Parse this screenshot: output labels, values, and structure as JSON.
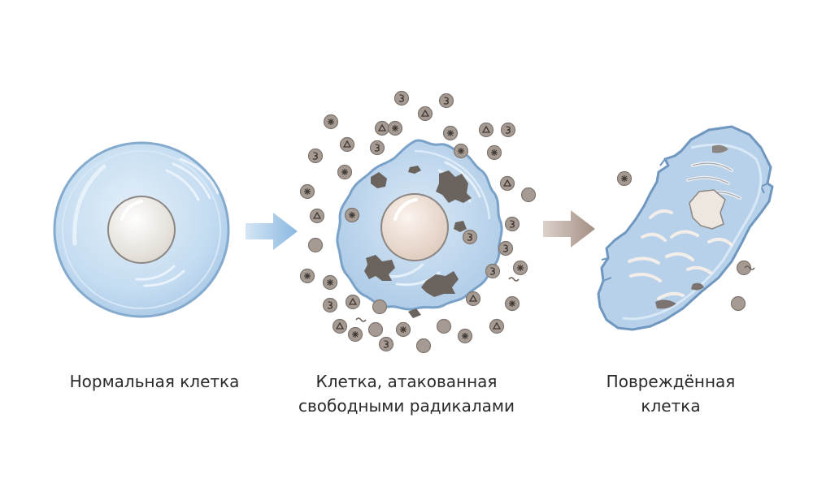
{
  "stages": [
    {
      "id": "normal",
      "caption_lines": [
        "Нормальная клетка"
      ]
    },
    {
      "id": "attacked",
      "caption_lines": [
        "Клетка, атакованная",
        "свободными радикалами"
      ]
    },
    {
      "id": "damaged",
      "caption_lines": [
        "Повреждённая",
        "клетка"
      ]
    }
  ],
  "colors": {
    "cell_fill": "#bcd6ee",
    "cell_stroke": "#7ea6cc",
    "nucleus_fill": "#f2efe9",
    "nucleus_pink": "#ecdcd2",
    "damage_patch": "#6b635e",
    "radical_fill": "#a69b93",
    "radical_stroke": "#7e746d",
    "arrow_blue": "#9cc3e6",
    "arrow_brown": "#b19e94",
    "text": "#2a2a2a"
  },
  "radical_symbols": [
    "star",
    "triangle",
    "three",
    "plain"
  ]
}
